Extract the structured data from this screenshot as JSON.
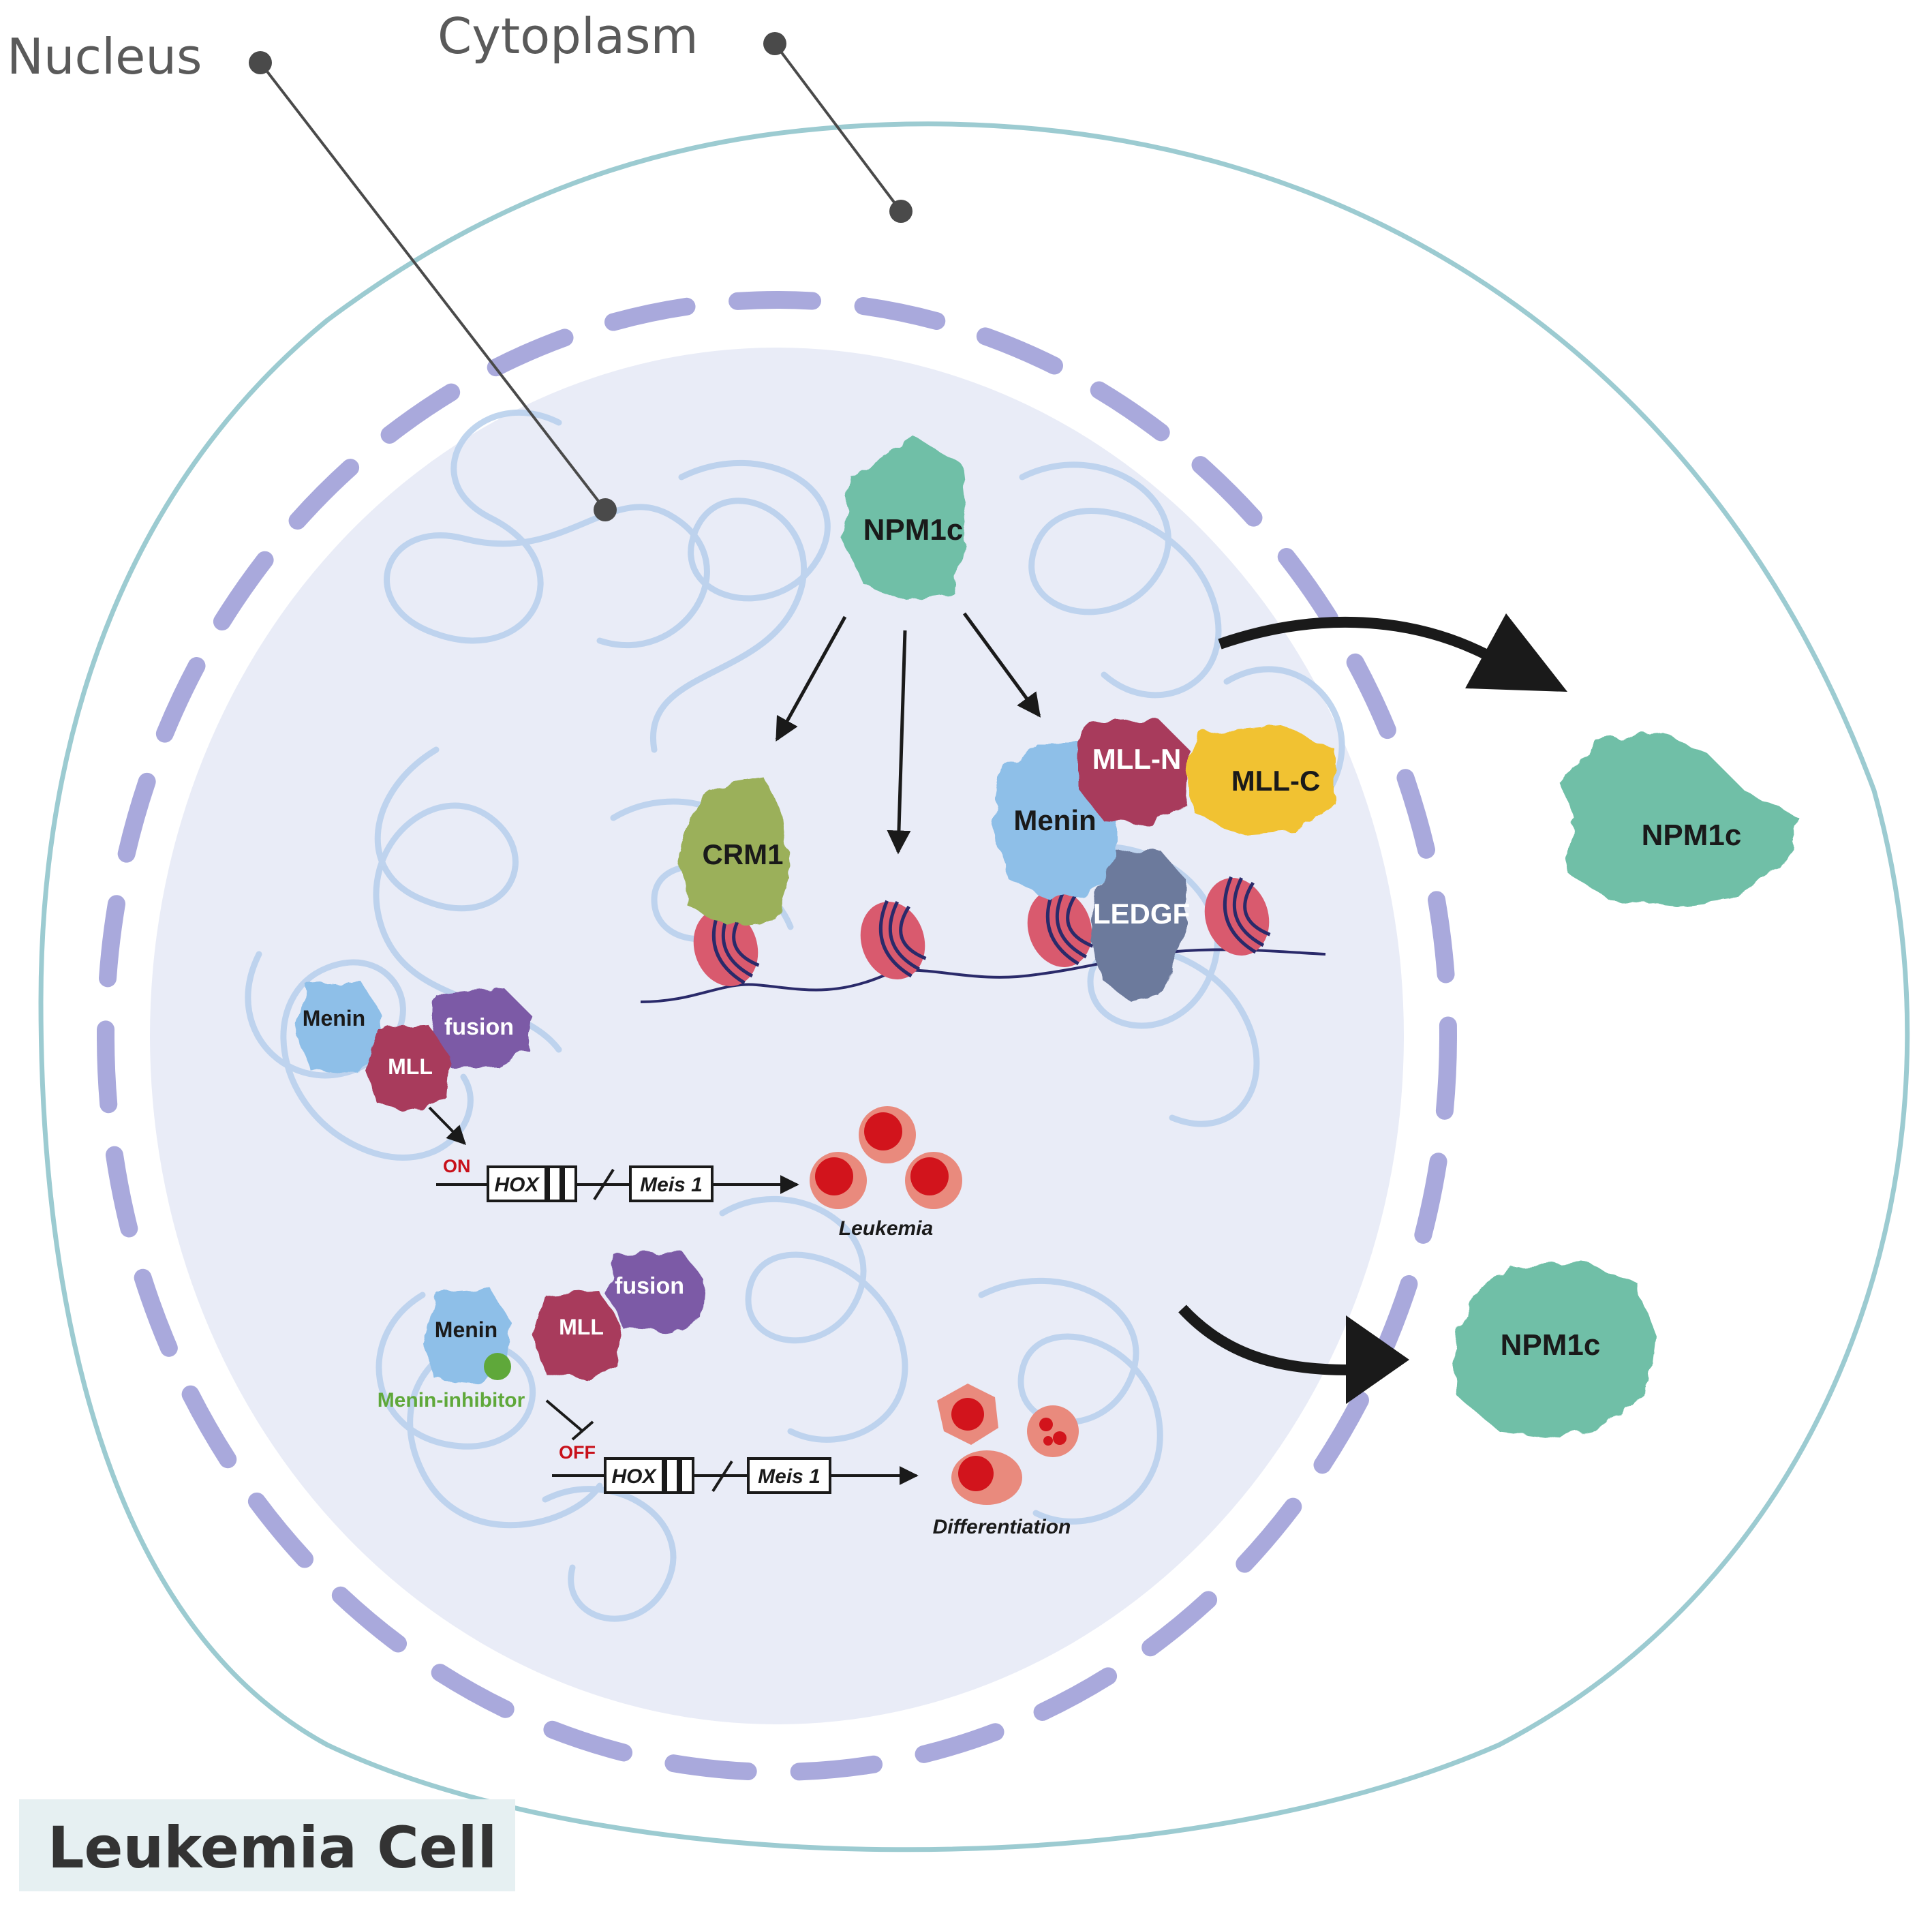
{
  "regions": {
    "nucleus_label": "Nucleus",
    "cytoplasm_label": "Cytoplasm"
  },
  "proteins": {
    "npm1c_nuclear": "NPM1c",
    "crm1": "CRM1",
    "menin_complex": "Menin",
    "mll_n": "MLL-N",
    "mll_c": "MLL-C",
    "ledgf": "LEDGF",
    "npm1c_cyto_1": "NPM1c",
    "npm1c_cyto_2": "NPM1c"
  },
  "on_pathway": {
    "menin": "Menin",
    "mll": "MLL",
    "fusion": "fusion",
    "state": "ON",
    "gene_1": "HOX",
    "gene_2": "Meis 1",
    "outcome": "Leukemia"
  },
  "off_pathway": {
    "menin": "Menin",
    "mll": "MLL",
    "fusion": "fusion",
    "inhibitor": "Menin-inhibitor",
    "state": "OFF",
    "gene_1": "HOX",
    "gene_2": "Meis 1",
    "outcome": "Differentiation"
  },
  "footer": {
    "title": "Leukemia Cell"
  },
  "colors": {
    "cell_membrane": "#9ccbd1",
    "nuclear_envelope": "#a9a9dc",
    "nucleus_fill": "#e9ecf7",
    "npm1c": "#6fbfa7",
    "crm1": "#9bb05a",
    "menin": "#8ebfe8",
    "mll": "#a83a5c",
    "mll_c": "#f1c232",
    "ledgf": "#6c7a9c",
    "fusion": "#7b5aa6",
    "nucleosome": "#d95a6e",
    "red_cell": "#d2141c",
    "inhibitor": "#5fa83a"
  }
}
